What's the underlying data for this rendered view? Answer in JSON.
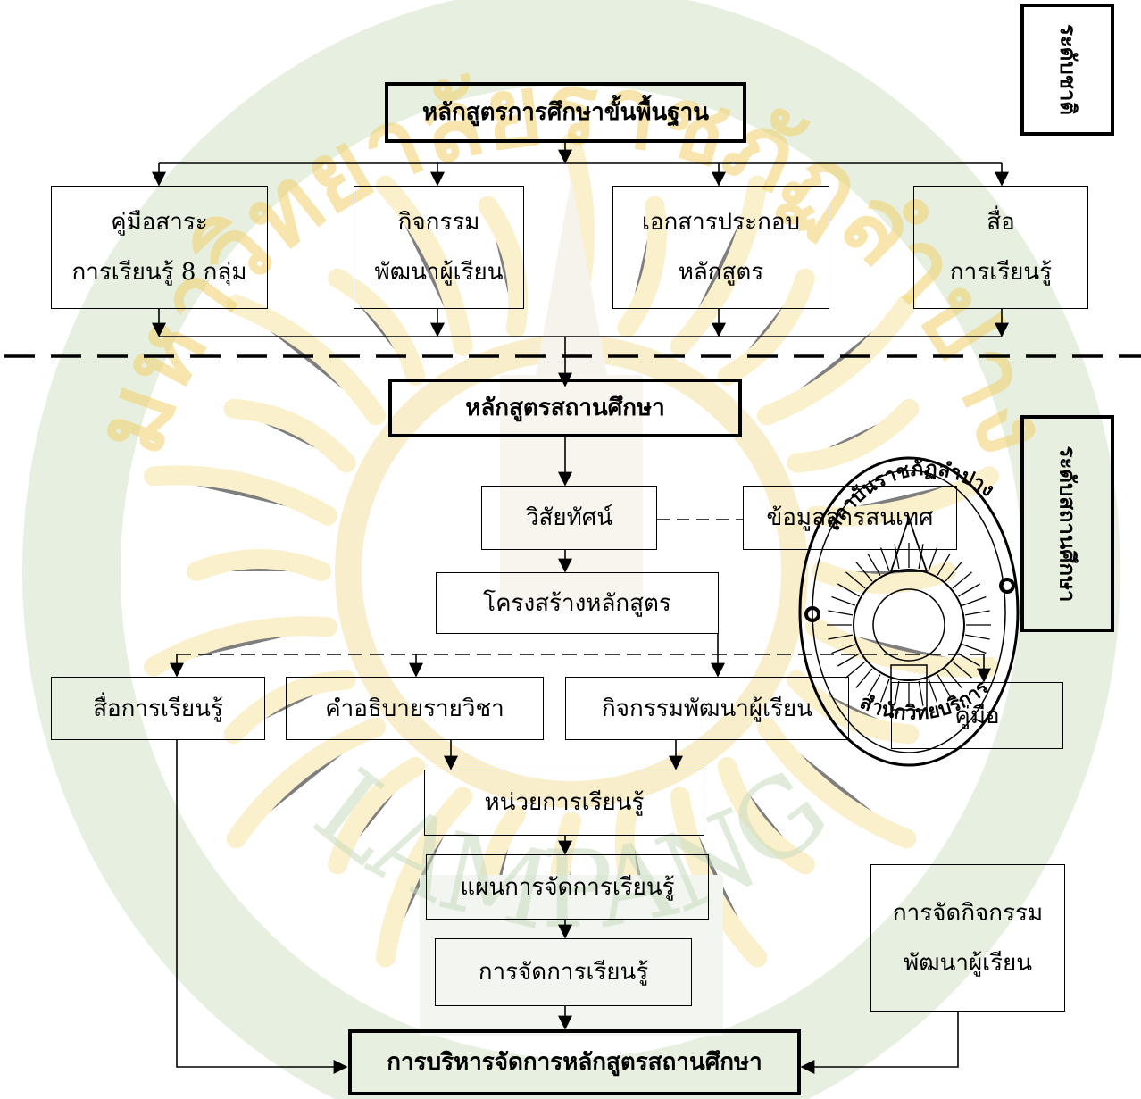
{
  "levels": {
    "national": "ระดับชาติ",
    "school": "ระดับสถานศึกษา"
  },
  "national_level": {
    "main": "หลักสูตรการศึกษาขั้นพื้นฐาน",
    "supports": [
      {
        "line1": "คู่มือสาระ",
        "line2": "การเรียนรู้ 8 กลุ่ม"
      },
      {
        "line1": "กิจกรรม",
        "line2": "พัฒนาผู้เรียน"
      },
      {
        "line1": "เอกสารประกอบ",
        "line2": "หลักสูตร"
      },
      {
        "line1": "สื่อ",
        "line2": "การเรียนรู้"
      }
    ]
  },
  "school_level": {
    "curriculum": "หลักสูตรสถานศึกษา",
    "vision": "วิสัยทัศน์",
    "information": "ข้อมูลสารสนเทศ",
    "structure": "โครงสร้างหลักสูตร",
    "media": "สื่อการเรียนรู้",
    "course_description": "คำอธิบายรายวิชา",
    "activities": "กิจกรรมพัฒนาผู้เรียน",
    "manual": "คู่มือ",
    "learning_unit": "หน่วยการเรียนรู้",
    "lesson_plan": "แผนการจัดการเรียนรู้",
    "learning_management": "การจัดการเรียนรู้",
    "activity_management": {
      "line1": "การจัดกิจกรรม",
      "line2": "พัฒนาผู้เรียน"
    },
    "administration": "การบริหารจัดการหลักสูตรสถานศึกษา"
  },
  "watermark": {
    "top_text": "มหาวิทยาลัยราชภัฏลำปาง",
    "bottom_text": "LAMPANG",
    "color": "#f5d76a",
    "green": "#6e9b5a"
  },
  "stamp": {
    "top_text": "สถาบันราชภัฏลำปาง",
    "bottom_text": "สำนักวิทยบริการ"
  }
}
